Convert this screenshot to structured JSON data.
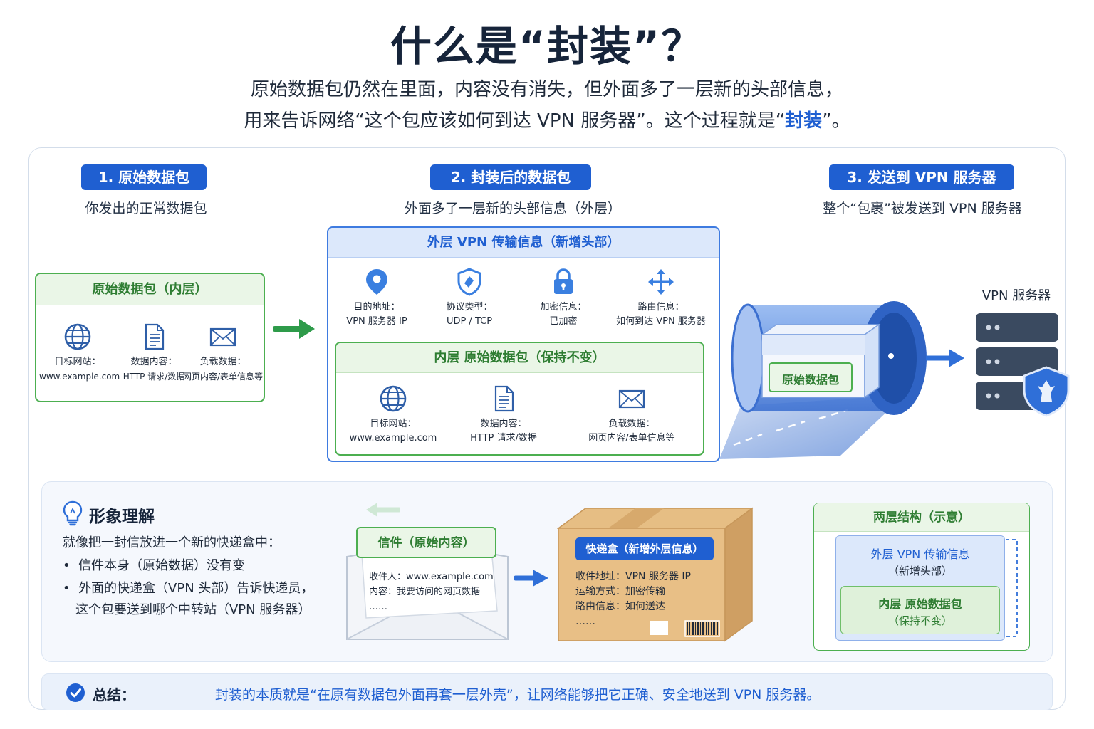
{
  "header": {
    "title": "什么是“封装”？",
    "subtitle_line1": "原始数据包仍然在里面，内容没有消失，但外面多了一层新的头部信息，",
    "subtitle_line2_pre": "用来告诉网络“这个包应该如何到达 VPN 服务器”。这个过程就是“",
    "subtitle_line2_hl": "封装",
    "subtitle_line2_post": "”。"
  },
  "steps": [
    {
      "label": "1. 原始数据包",
      "desc": "你发出的正常数据包"
    },
    {
      "label": "2. 封装后的数据包",
      "desc": "外面多了一层新的头部信息（外层）"
    },
    {
      "label": "3. 发送到 VPN 服务器",
      "desc": "整个“包裹”被发送到 VPN 服务器"
    }
  ],
  "original_packet": {
    "title": "原始数据包（内层）",
    "items": [
      {
        "icon": "globe-icon",
        "label": "目标网站：",
        "value": "www.example.com"
      },
      {
        "icon": "document-icon",
        "label": "数据内容：",
        "value": "HTTP 请求/数据"
      },
      {
        "icon": "envelope-icon",
        "label": "负载数据：",
        "value": "网页内容/表单信息等"
      }
    ]
  },
  "encapsulated": {
    "outer_title": "外层 VPN 传输信息（新增头部）",
    "outer_items": [
      {
        "icon": "location-pin-icon",
        "label": "目的地址：",
        "value": "VPN 服务器 IP"
      },
      {
        "icon": "shield-icon",
        "label": "协议类型：",
        "value": "UDP / TCP"
      },
      {
        "icon": "lock-icon",
        "label": "加密信息：",
        "value": "已加密"
      },
      {
        "icon": "routing-arrows-icon",
        "label": "路由信息：",
        "value": "如何到达 VPN 服务器"
      }
    ],
    "inner_title": "内层 原始数据包（保持不变）",
    "inner_items": [
      {
        "icon": "globe-icon",
        "label": "目标网站：",
        "value": "www.example.com"
      },
      {
        "icon": "document-icon",
        "label": "数据内容：",
        "value": "HTTP 请求/数据"
      },
      {
        "icon": "envelope-icon",
        "label": "负载数据：",
        "value": "网页内容/表单信息等"
      }
    ]
  },
  "tunnel": {
    "package_label": "原始数据包",
    "server_label": "VPN 服务器"
  },
  "analogy": {
    "title": "形象理解",
    "intro": "就像把一封信放进一个新的快递盒中：",
    "bullets": [
      "信件本身（原始数据）没有变",
      "外面的快递盒（VPN 头部）告诉快递员，",
      "这个包要送到哪个中转站（VPN 服务器）"
    ],
    "letter": {
      "title": "信件（原始内容）",
      "lines": [
        "收件人：www.example.com",
        "内容：我要访问的网页数据",
        "……"
      ]
    },
    "box": {
      "title": "快递盒（新增外层信息）",
      "lines": [
        "收件地址：VPN 服务器 IP",
        "运输方式：加密传输",
        "路由信息：如何送达",
        "……"
      ]
    },
    "structure": {
      "title": "两层结构（示意）",
      "outer": "外层 VPN 传输信息",
      "outer_sub": "（新增头部）",
      "inner": "内层 原始数据包",
      "inner_sub": "（保持不变）"
    }
  },
  "summary": {
    "label": "总结：",
    "text": "封装的本质就是“在原有数据包外面再套一层外壳”，让网络能够把它正确、安全地送到 VPN 服务器。"
  },
  "colors": {
    "accent_blue": "#1f5fd1",
    "green": "#4caf50",
    "dark": "#16243a"
  }
}
